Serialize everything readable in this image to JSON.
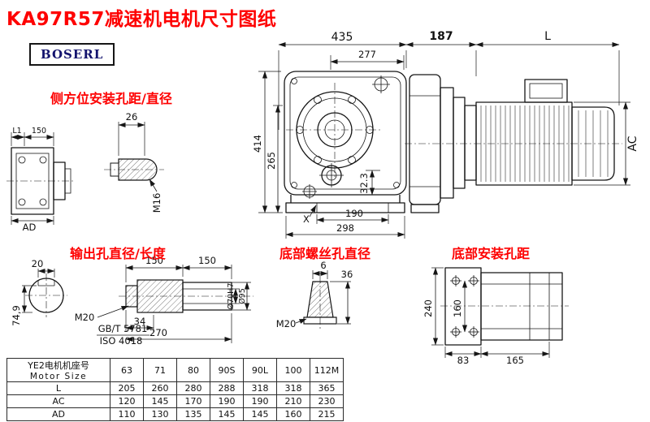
{
  "title": "KA97R57减速机电机尺寸图纸",
  "logo": "BOSERL",
  "labels": {
    "side_mount": "侧方位安装孔距/直径",
    "output_hole": "输出孔直径/长度",
    "bottom_screw": "底部螺丝孔直径",
    "bottom_mount": "底部安装孔距"
  },
  "dims": {
    "d435": "435",
    "d187": "187",
    "dL": "L",
    "d277": "277",
    "d414": "414",
    "d265": "265",
    "d190": "190",
    "d298": "298",
    "dX": "X",
    "d323": "32.3",
    "dAC": "AC",
    "dL1": "L1",
    "d150side": "150",
    "dAD": "AD",
    "d26": "26",
    "dM16": "M16",
    "d20": "20",
    "d150a": "150",
    "d150b": "150",
    "d749": "74,9",
    "dM20out": "M20",
    "dGBT": "GB/T 5781",
    "dISO": "ISO 4018",
    "d34": "34",
    "d270": "270",
    "d70H7": "Ø70H7",
    "d95": "Ø95",
    "d6": "6",
    "d36": "36",
    "dM20screw": "M20",
    "d240": "240",
    "d160": "160",
    "d83": "83",
    "d165": "165"
  },
  "table": {
    "header_cn": "YE2电机机座号",
    "header_en": "Motor Size",
    "columns": [
      "63",
      "71",
      "80",
      "90S",
      "90L",
      "100",
      "112M"
    ],
    "rows": [
      {
        "label": "L",
        "values": [
          "205",
          "260",
          "280",
          "288",
          "318",
          "318",
          "365"
        ]
      },
      {
        "label": "AC",
        "values": [
          "120",
          "145",
          "170",
          "190",
          "190",
          "210",
          "230"
        ]
      },
      {
        "label": "AD",
        "values": [
          "110",
          "130",
          "135",
          "145",
          "145",
          "160",
          "215"
        ]
      }
    ]
  },
  "colors": {
    "accent_red": "#fe0000",
    "line": "#161616"
  }
}
